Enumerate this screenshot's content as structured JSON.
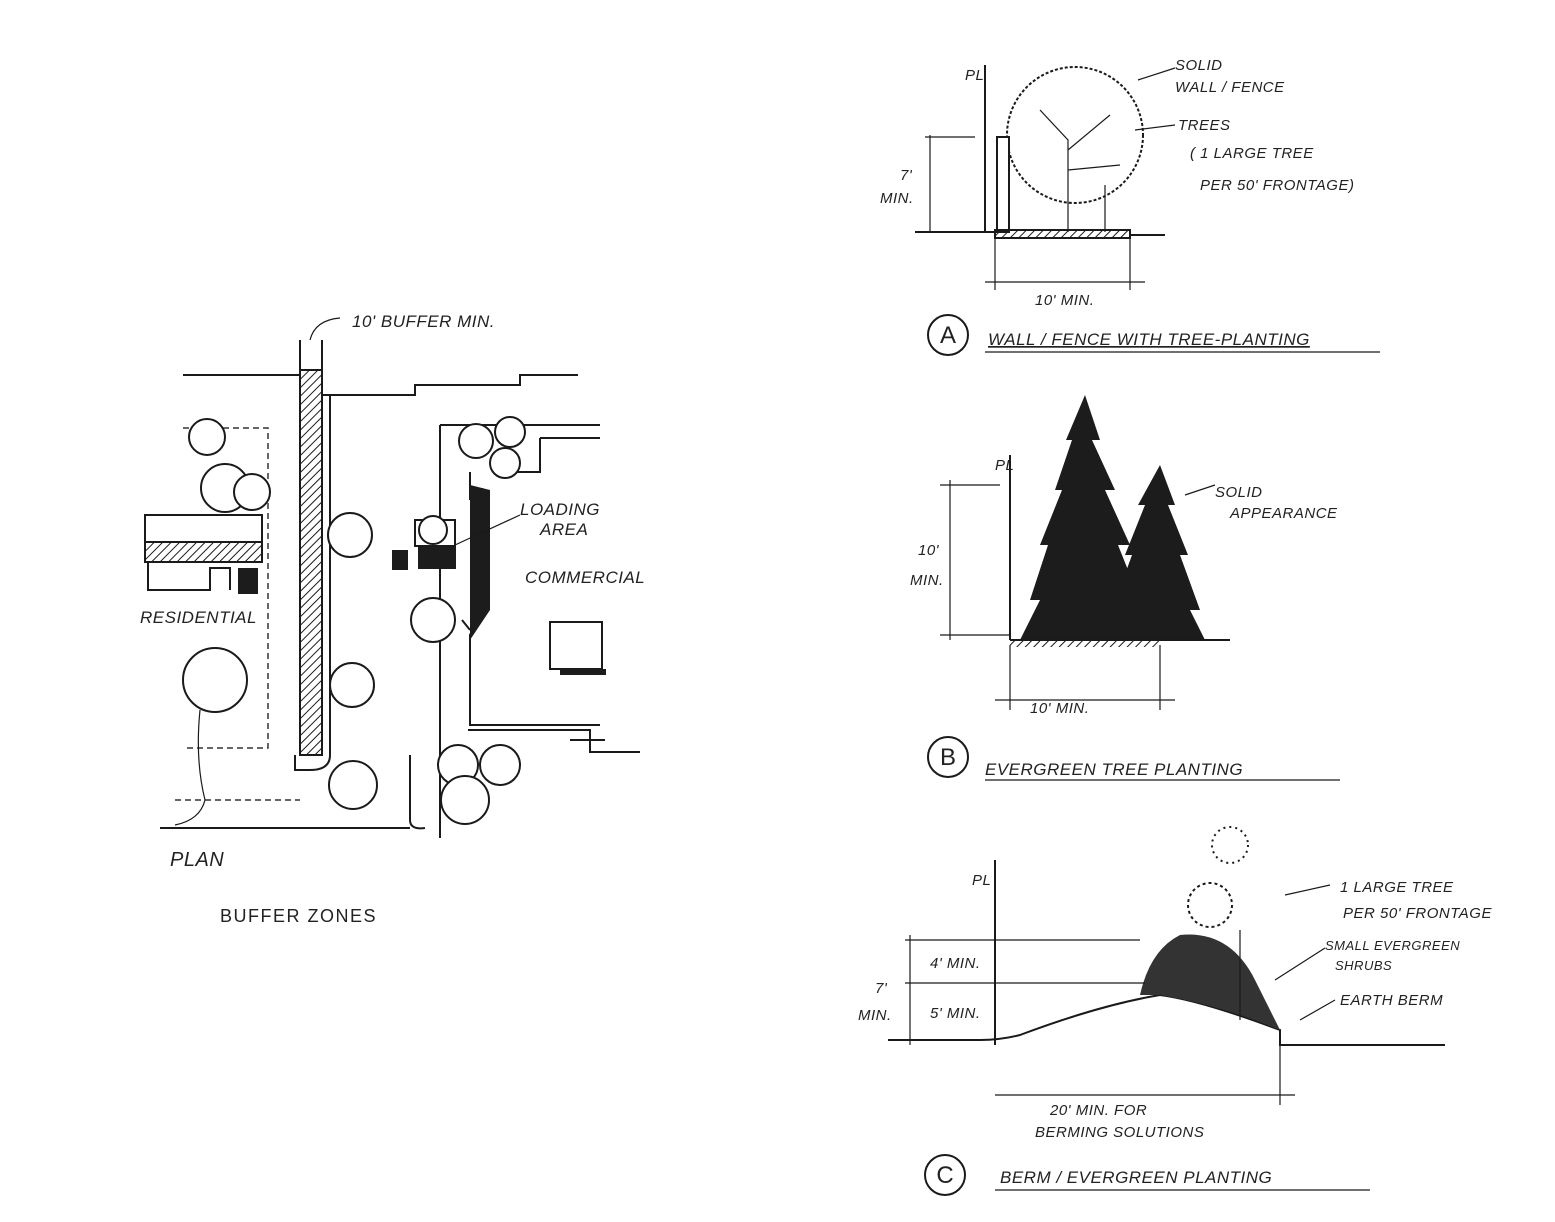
{
  "plan": {
    "buffer_label": "10' BUFFER MIN.",
    "loading_label_1": "LOADING",
    "loading_label_2": "AREA",
    "commercial_label": "COMMERCIAL",
    "residential_label": "RESIDENTIAL",
    "plan_label": "PLAN",
    "caption": "BUFFER ZONES"
  },
  "section_a": {
    "pl": "PL",
    "wall_label_1": "SOLID",
    "wall_label_2": "WALL / FENCE",
    "trees_label_1": "TREES",
    "trees_label_2": "( 1 LARGE TREE",
    "trees_label_3": "PER 50' FRONTAGE)",
    "height_1": "7'",
    "height_2": "MIN.",
    "width": "10' MIN.",
    "letter": "A",
    "title": "WALL / FENCE  WITH TREE-PLANTING"
  },
  "section_b": {
    "pl": "PL",
    "appearance_1": "SOLID",
    "appearance_2": "APPEARANCE",
    "height_1": "10'",
    "height_2": "MIN.",
    "width": "10' MIN.",
    "letter": "B",
    "title": "EVERGREEN TREE  PLANTING"
  },
  "section_c": {
    "pl": "PL",
    "tree_label_1": "1 LARGE TREE",
    "tree_label_2": "PER 50' FRONTAGE",
    "shrubs_label_1": "SMALL EVERGREEN",
    "shrubs_label_2": "SHRUBS",
    "berm_label": "EARTH BERM",
    "total_1": "7'",
    "total_2": "MIN.",
    "upper": "4' MIN.",
    "lower": "5' MIN.",
    "width_1": "20' MIN. FOR",
    "width_2": "BERMING SOLUTIONS",
    "letter": "C",
    "title": "BERM / EVERGREEN  PLANTING"
  }
}
